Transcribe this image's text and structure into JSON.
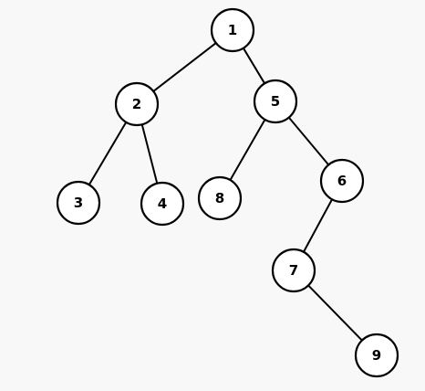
{
  "tree": {
    "nodes": [
      {
        "id": "n1",
        "label": "1"
      },
      {
        "id": "n2",
        "label": "2"
      },
      {
        "id": "n3",
        "label": "3"
      },
      {
        "id": "n4",
        "label": "4"
      },
      {
        "id": "n5",
        "label": "5"
      },
      {
        "id": "n8",
        "label": "8"
      },
      {
        "id": "n6",
        "label": "6"
      },
      {
        "id": "n7",
        "label": "7"
      },
      {
        "id": "n9",
        "label": "9"
      }
    ],
    "edges": [
      {
        "from": "n1",
        "to": "n2"
      },
      {
        "from": "n1",
        "to": "n5"
      },
      {
        "from": "n2",
        "to": "n3"
      },
      {
        "from": "n2",
        "to": "n4"
      },
      {
        "from": "n5",
        "to": "n8"
      },
      {
        "from": "n5",
        "to": "n6"
      },
      {
        "from": "n6",
        "to": "n7"
      },
      {
        "from": "n7",
        "to": "n9"
      }
    ]
  }
}
